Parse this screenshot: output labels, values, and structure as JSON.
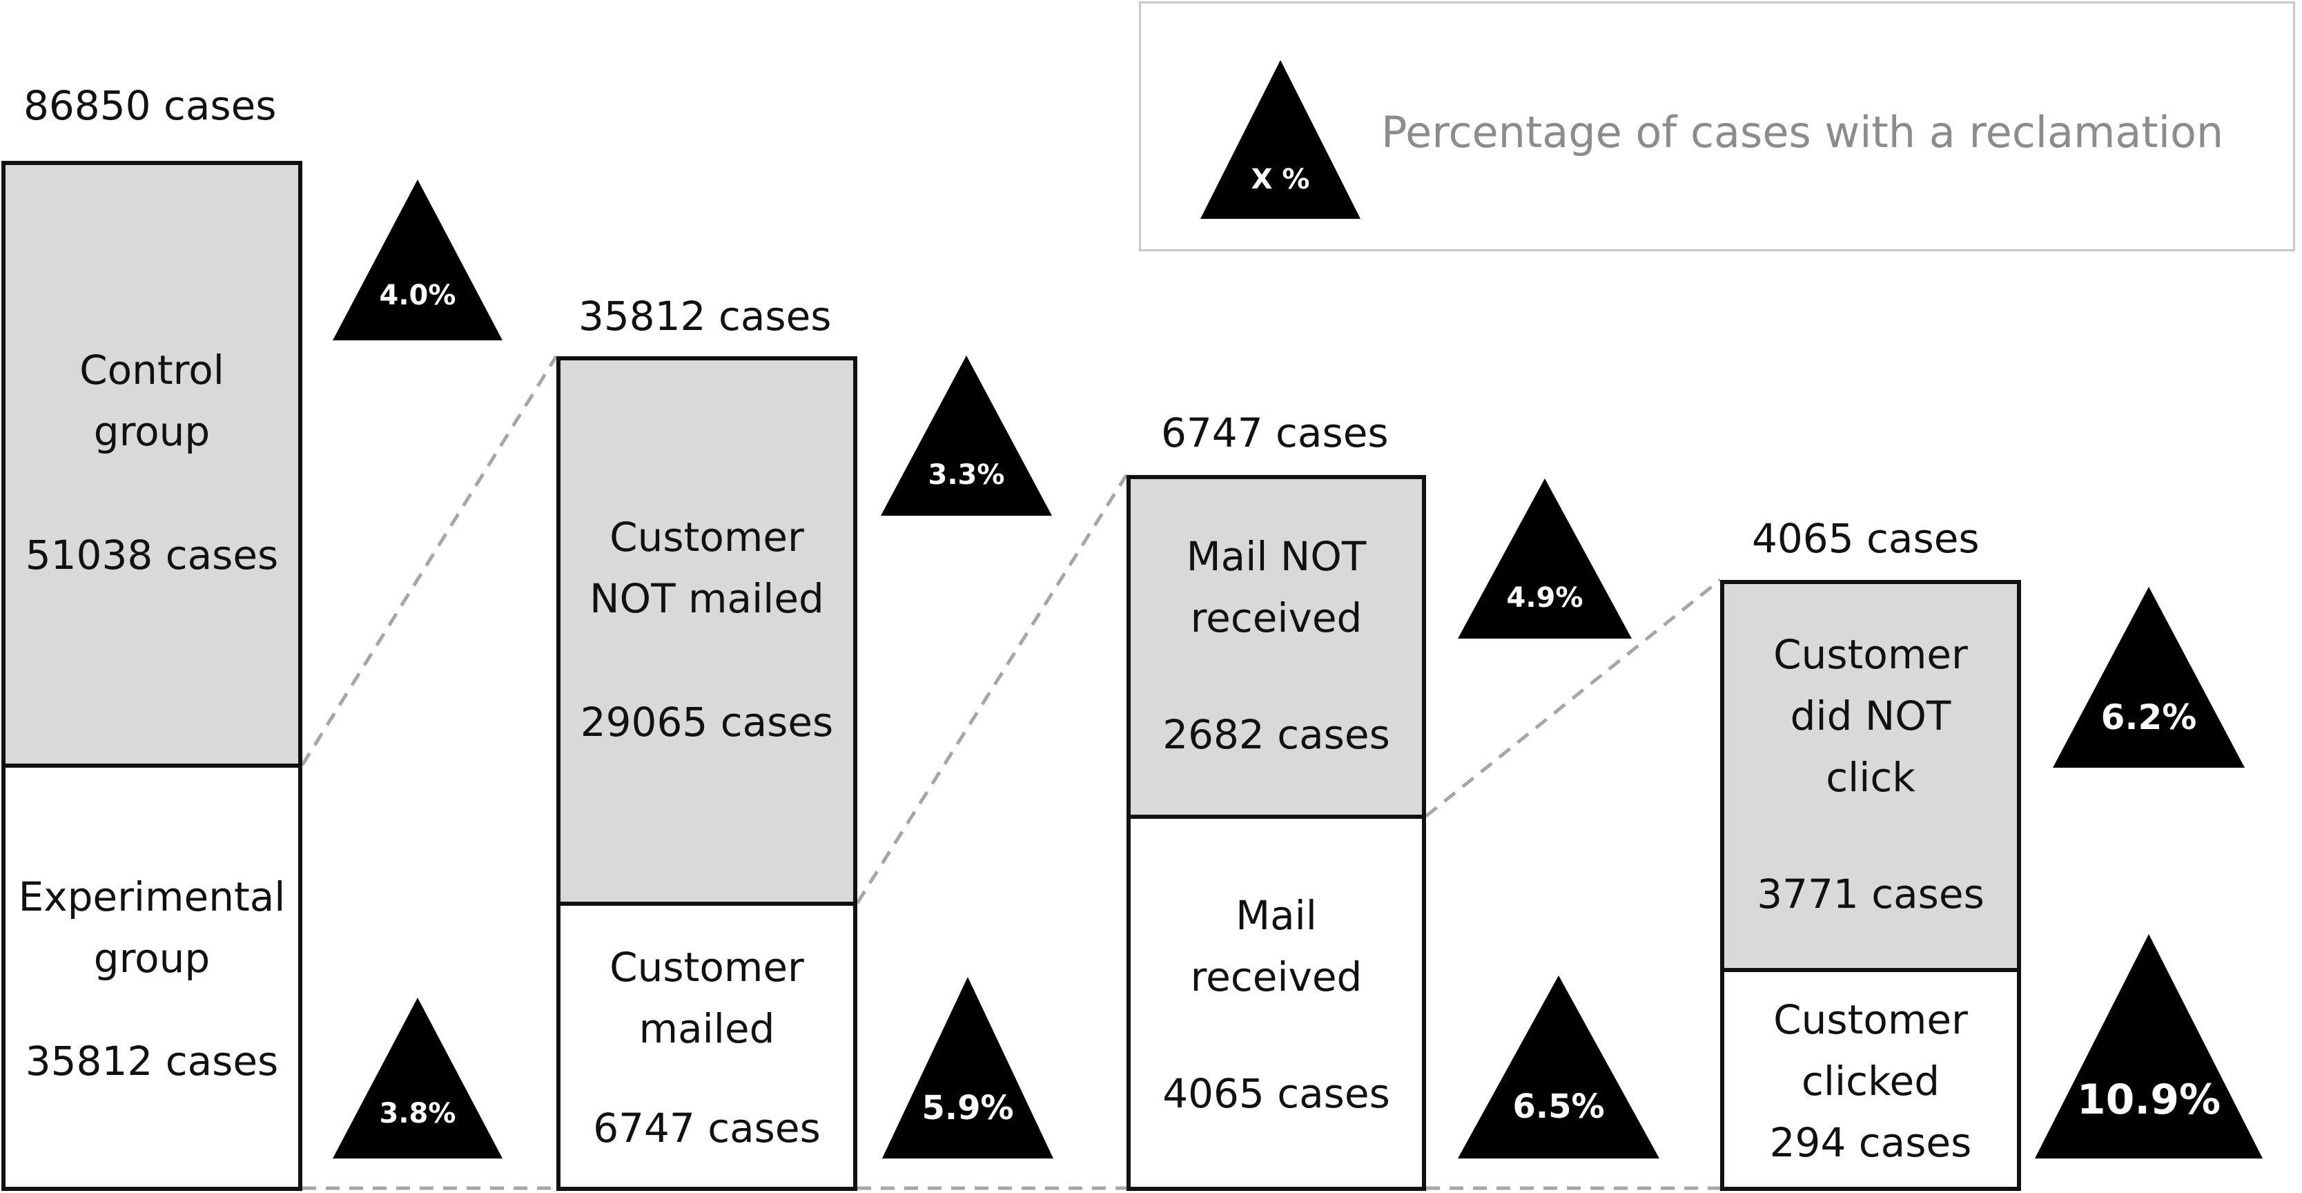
{
  "legend": {
    "symbol_label": "X %",
    "text": "Percentage of cases with a reclamation"
  },
  "columns": [
    {
      "total": "86850 cases",
      "top": {
        "line1": "Control",
        "line2": "group",
        "cases": "51038 cases",
        "pct": "4.0%"
      },
      "bottom": {
        "line1": "Experimental",
        "line2": "group",
        "cases": "35812 cases",
        "pct": "3.8%"
      }
    },
    {
      "total": "35812 cases",
      "top": {
        "line1": "Customer",
        "line2": "NOT mailed",
        "cases": "29065 cases",
        "pct": "3.3%"
      },
      "bottom": {
        "line1": "Customer",
        "line2": "mailed",
        "cases": "6747 cases",
        "pct": "5.9%"
      }
    },
    {
      "total": "6747 cases",
      "top": {
        "line1": "Mail NOT",
        "line2": "received",
        "cases": "2682 cases",
        "pct": "4.9%"
      },
      "bottom": {
        "line1": "Mail",
        "line2": "received",
        "cases": "4065 cases",
        "pct": "6.5%"
      }
    },
    {
      "total": "4065 cases",
      "top": {
        "line1": "Customer",
        "line2": "did NOT",
        "line3": "click",
        "cases": "3771 cases",
        "pct": "6.2%"
      },
      "bottom": {
        "line1": "Customer",
        "line2": "clicked",
        "cases": "294 cases",
        "pct": "10.9%"
      }
    }
  ],
  "colors": {
    "group_fill": "#d9d9d9",
    "triangle": "#000000",
    "connector": "#a6a6a6",
    "legend_text": "#8c8c8c"
  }
}
